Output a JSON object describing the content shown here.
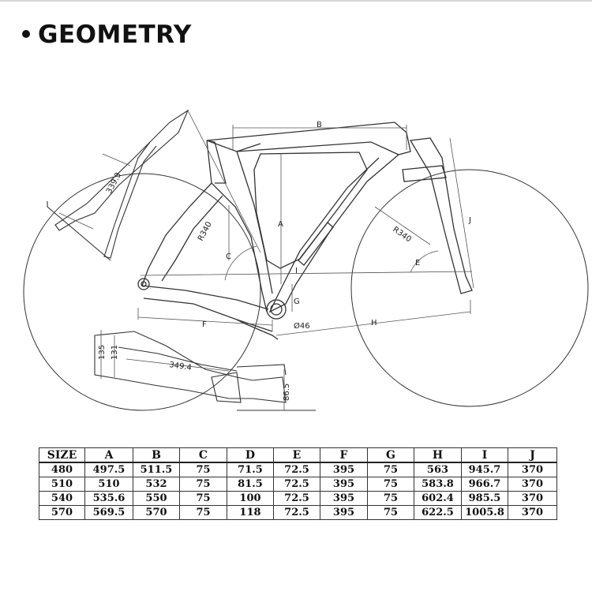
{
  "title": "GEOMETRY",
  "dimension_labels": {
    "b": "B",
    "a": "A",
    "i": "I",
    "g": "G",
    "f": "F",
    "h": "H",
    "c": "C",
    "e": "E",
    "j": "J",
    "r_front": "R340",
    "r_rear": "R340",
    "bb": "Ø46",
    "stem_len": "339.3",
    "bar_len": "349.4",
    "drop_135": "135",
    "drop_131": "131",
    "stack_86": "86.5"
  },
  "table": {
    "headers": [
      "SIZE",
      "A",
      "B",
      "C",
      "D",
      "E",
      "F",
      "G",
      "H",
      "I",
      "J"
    ],
    "rows": [
      [
        "480",
        "497.5",
        "511.5",
        "75",
        "71.5",
        "72.5",
        "395",
        "75",
        "563",
        "945.7",
        "370"
      ],
      [
        "510",
        "510",
        "532",
        "75",
        "81.5",
        "72.5",
        "395",
        "75",
        "583.8",
        "966.7",
        "370"
      ],
      [
        "540",
        "535.6",
        "550",
        "75",
        "100",
        "72.5",
        "395",
        "75",
        "602.4",
        "985.5",
        "370"
      ],
      [
        "570",
        "569.5",
        "570",
        "75",
        "118",
        "72.5",
        "395",
        "75",
        "622.5",
        "1005.8",
        "370"
      ]
    ]
  }
}
